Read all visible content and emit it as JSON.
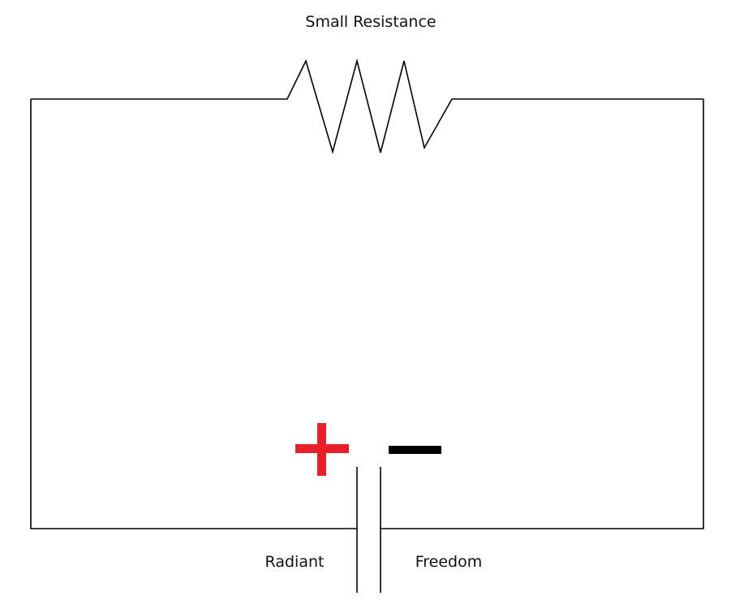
{
  "labels": {
    "resistor": "Small Resistance",
    "left_plate": "Radiant",
    "right_plate": "Freedom"
  },
  "symbols": {
    "positive_color": "#e8202a",
    "negative_color": "#000000"
  }
}
